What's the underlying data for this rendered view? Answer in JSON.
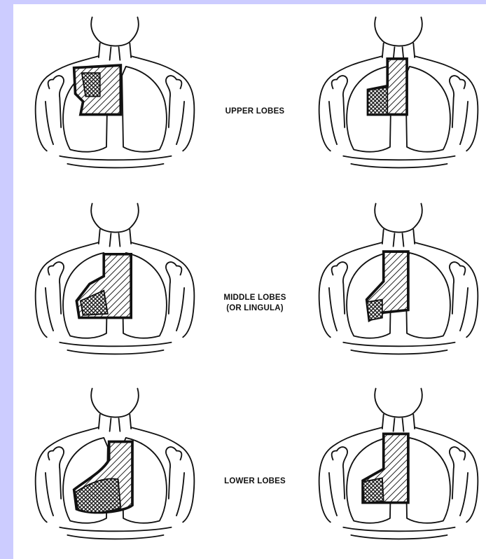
{
  "labels": {
    "upper": "UPPER LOBES",
    "middle_line1": "MIDDLE LOBES",
    "middle_line2": "(OR LINGULA)",
    "lower": "LOWER LOBES"
  },
  "colors": {
    "page_border": "#ccccff",
    "figure_background": "#ffffff",
    "ink": "#111111"
  },
  "icons": [
    "torso-outline",
    "hatched-heart-silhouette",
    "crosshatched-lobe-region"
  ]
}
